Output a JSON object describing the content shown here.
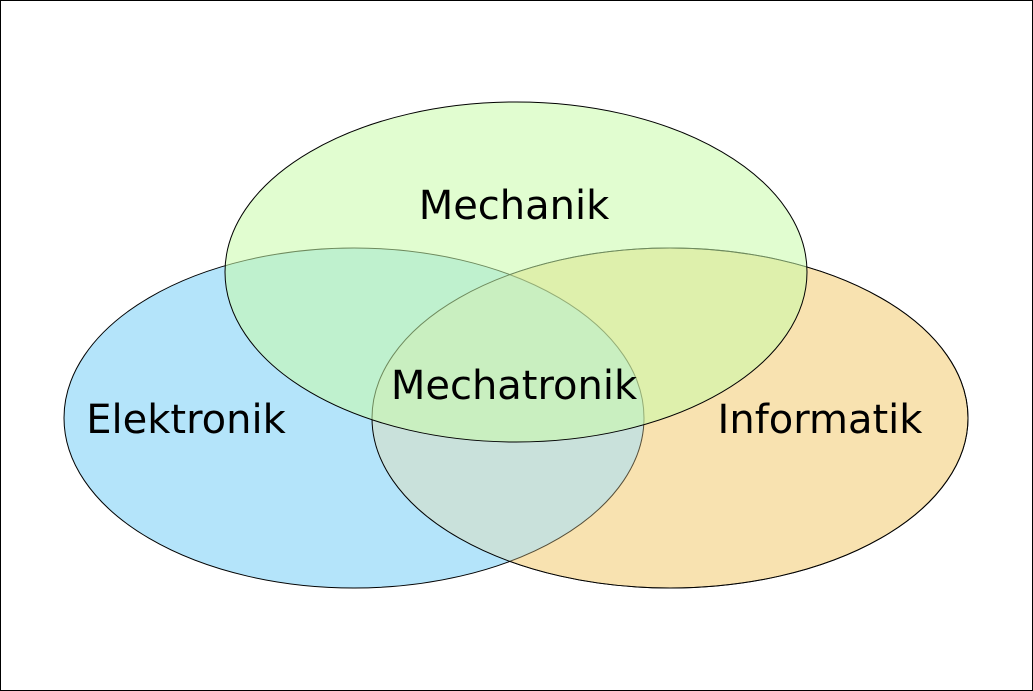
{
  "diagram": {
    "type": "venn",
    "sets": [
      {
        "id": "mechanik",
        "label": "Mechanik",
        "color": "#c8fcaa"
      },
      {
        "id": "elektronik",
        "label": "Elektronik",
        "color": "#b4e4fa"
      },
      {
        "id": "informatik",
        "label": "Informatik",
        "color": "#fce4b4"
      }
    ],
    "intersection_label": "Mechatronik",
    "border_color": "#000000",
    "background_color": "#ffffff"
  }
}
